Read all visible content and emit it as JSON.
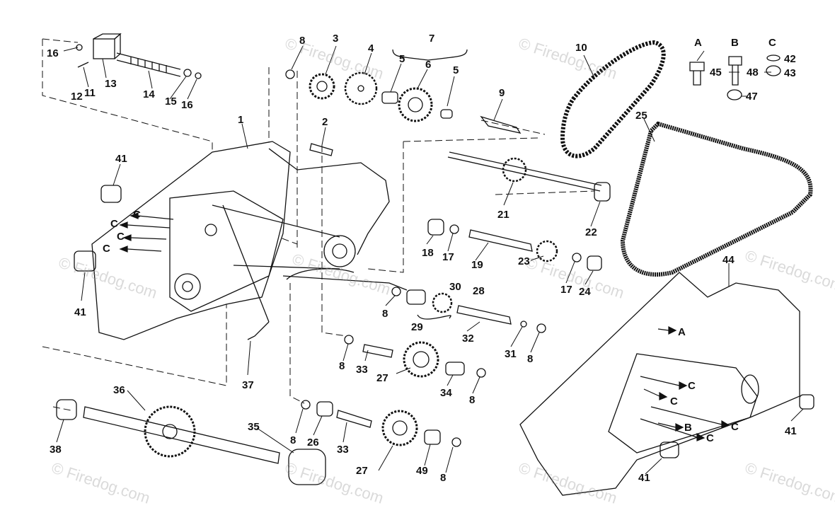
{
  "watermark": "© Firedog.com",
  "hardware": {
    "headers": [
      "A",
      "B",
      "C"
    ],
    "items": [
      {
        "key": "bolt_A",
        "num": "45"
      },
      {
        "key": "bolt_B",
        "num": "48"
      },
      {
        "key": "washer_C",
        "num": "42"
      },
      {
        "key": "nut_C",
        "num": "43"
      },
      {
        "key": "nut_B",
        "num": "47"
      }
    ]
  },
  "part_numbers": [
    "1",
    "2",
    "3",
    "4",
    "5",
    "6",
    "7",
    "8",
    "9",
    "10",
    "11",
    "12",
    "13",
    "14",
    "15",
    "16",
    "17",
    "18",
    "19",
    "21",
    "22",
    "23",
    "24",
    "25",
    "26",
    "27",
    "28",
    "29",
    "30",
    "31",
    "32",
    "33",
    "34",
    "35",
    "36",
    "37",
    "38",
    "41",
    "44",
    "49"
  ],
  "callouts": {
    "p16a": "16",
    "p11": "11",
    "p13": "13",
    "p12": "12",
    "p14": "14",
    "p15": "15",
    "p16b": "16",
    "p8a": "8",
    "p3": "3",
    "p4": "4",
    "p7": "7",
    "p5a": "5",
    "p6": "6",
    "p5b": "5",
    "p9": "9",
    "p10": "10",
    "p1": "1",
    "p2": "2",
    "p25": "25",
    "p41a": "41",
    "p41b": "41",
    "p21": "21",
    "p22": "22",
    "p18": "18",
    "p17a": "17",
    "p19": "19",
    "p23": "23",
    "p17b": "17",
    "p24": "24",
    "p30": "30",
    "p28": "28",
    "p8b": "8",
    "p29": "29",
    "p32": "32",
    "p31": "31",
    "p8c": "8",
    "p8d": "8",
    "p33a": "33",
    "p27a": "27",
    "p34": "34",
    "p8e": "8",
    "p37": "37",
    "p36": "36",
    "p35": "35",
    "p38": "38",
    "p8f": "8",
    "p26": "26",
    "p33b": "33",
    "p27b": "27",
    "p49": "49",
    "p8g": "8",
    "p44": "44",
    "p41c": "41",
    "p41d": "41",
    "cA1": "A",
    "cC1": "C",
    "cC2": "C",
    "cB1": "B",
    "cC3": "C",
    "cC4": "C",
    "lC1": "C",
    "lC2": "C",
    "lC3": "C",
    "lC4": "C"
  }
}
